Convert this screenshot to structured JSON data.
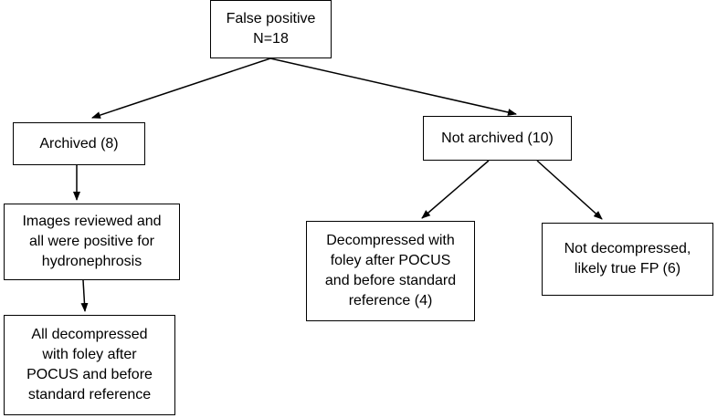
{
  "colors": {
    "line": "#000000",
    "box_border": "#000000",
    "background": "#ffffff"
  },
  "nodes": {
    "root": {
      "lines": [
        "False positive",
        "N=18"
      ]
    },
    "archived": {
      "lines": [
        "Archived (8)"
      ]
    },
    "not_archived": {
      "lines": [
        "Not archived (10)"
      ]
    },
    "images_reviewed": {
      "lines": [
        "Images reviewed and",
        "all were positive for",
        "hydronephrosis"
      ]
    },
    "all_decompressed": {
      "lines": [
        "All decompressed",
        "with foley after",
        "POCUS and before",
        "standard reference"
      ]
    },
    "decompressed_with_foley": {
      "lines": [
        "Decompressed with",
        "foley after POCUS",
        "and before standard",
        "reference (4)"
      ]
    },
    "not_decompressed": {
      "lines": [
        "Not decompressed,",
        "likely true FP (6)"
      ]
    }
  },
  "edges": [
    {
      "from": "root",
      "to": "archived"
    },
    {
      "from": "root",
      "to": "not_archived"
    },
    {
      "from": "archived",
      "to": "images_reviewed"
    },
    {
      "from": "images_reviewed",
      "to": "all_decompressed"
    },
    {
      "from": "not_archived",
      "to": "decompressed_with_foley"
    },
    {
      "from": "not_archived",
      "to": "not_decompressed"
    }
  ]
}
